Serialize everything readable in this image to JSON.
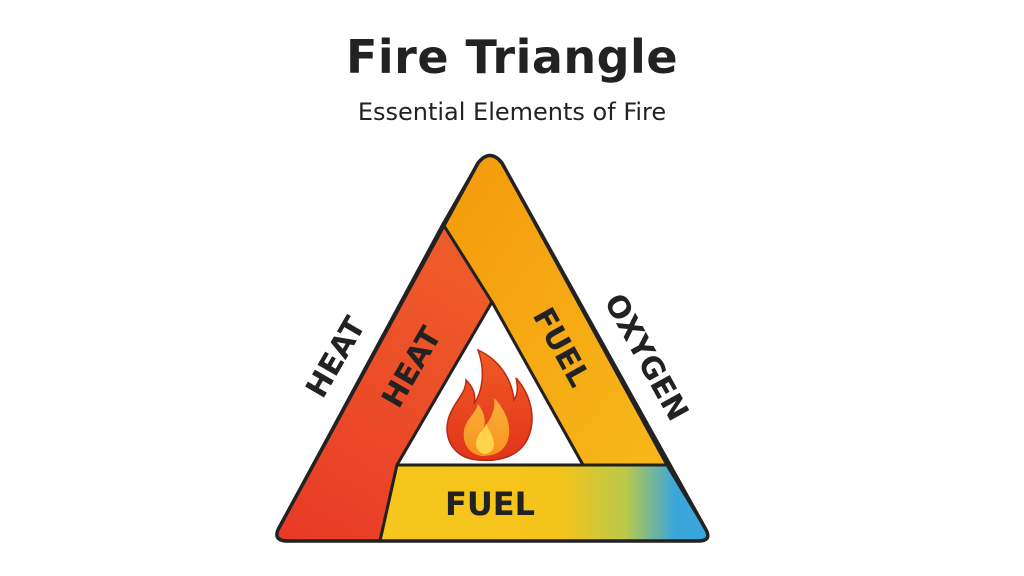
{
  "header": {
    "title": "Fire Triangle",
    "subtitle": "Essential Elements of Fire"
  },
  "triangle": {
    "outer_left_label": "HEAT",
    "outer_right_label": "OXYGEN",
    "left_band_label": "HEAT",
    "right_band_label": "FUEL",
    "bottom_band_label": "FUEL",
    "colors": {
      "heat_band": "#e8462c",
      "fuel_band": "#f5a80f",
      "bottom_gradient_start": "#f7c61c",
      "bottom_gradient_end": "#3aa6dc",
      "outline": "#222222"
    }
  },
  "center_icon": "flame-icon"
}
